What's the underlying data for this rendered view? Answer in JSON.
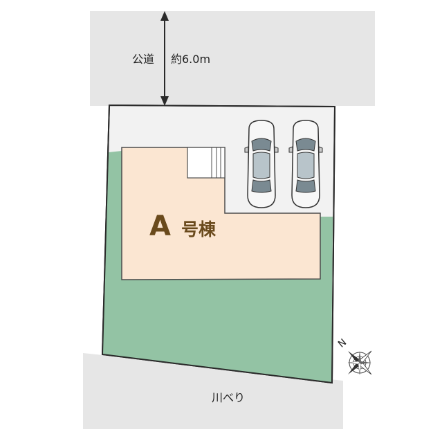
{
  "road": {
    "label": "公道",
    "width": "約6.0m"
  },
  "building": {
    "name_letter": "A",
    "name_suffix": "号棟"
  },
  "river": {
    "label": "川べり"
  },
  "compass": {
    "north": "N"
  },
  "colors": {
    "road": "#e6e6e6",
    "driveway": "#f2f2f2",
    "garden": "#93c3a4",
    "building": "#fbe6d2",
    "building_outline": "#4d4d4d",
    "label_brown": "#6a4a1c"
  },
  "parking": {
    "cars": 2
  }
}
